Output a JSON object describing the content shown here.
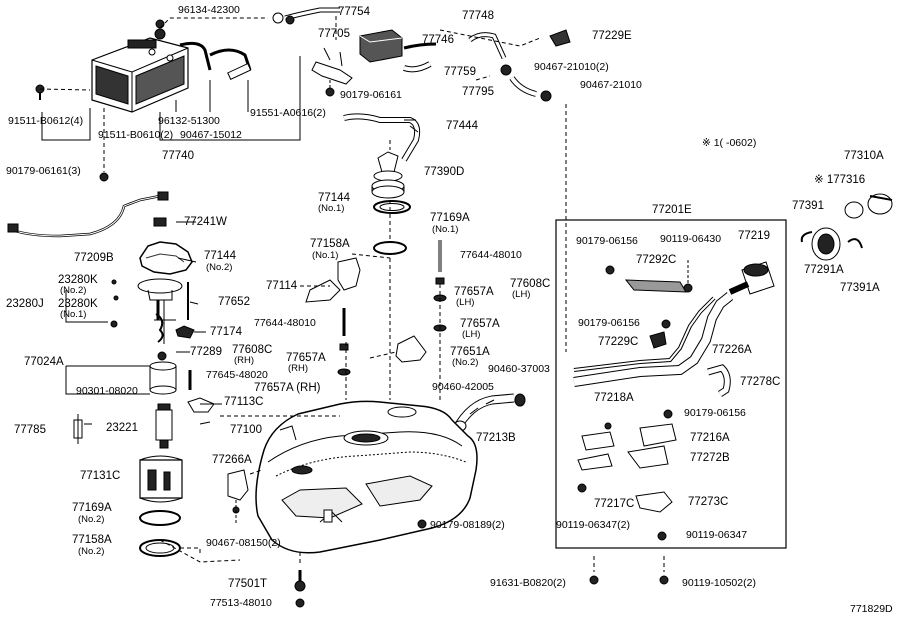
{
  "diagram_id": "771829D",
  "footnote": "※ 1(      -0602)",
  "labels": {
    "p96134_42300": "96134-42300",
    "p77754": "77754",
    "p77748": "77748",
    "p77705": "77705",
    "p77746": "77746",
    "p77229E": "77229E",
    "p77759": "77759",
    "p90467_21010_2": "90467-21010(2)",
    "p77795": "77795",
    "p90467_21010": "90467-21010",
    "p90179_06161": "90179-06161",
    "p91511_B0612_4": "91511-B0612(4)",
    "p91511_B0610_2": "91511-B0610(2)",
    "p96132_51300": "96132-51300",
    "p90467_15012": "90467-15012",
    "p91551_A0616_2": "91551-A0616(2)",
    "p77740": "77740",
    "p77444": "77444",
    "p90179_06161_3": "90179-06161(3)",
    "p77390D": "77390D",
    "p77144_no1": "77144",
    "no1_a": "(No.1)",
    "p77169A_no1": "77169A",
    "no1_b": "(No.1)",
    "p77310A": "77310A",
    "p177316": "※ 177316",
    "p77201E": "77201E",
    "p77391": "77391",
    "p77291A": "77291A",
    "p77391A": "77391A",
    "p77241W": "77241W",
    "p77209B": "77209B",
    "p77144_no2": "77144",
    "no2_a": "(No.2)",
    "p23280K_no2": "23280K",
    "no2_b": "(No.2)",
    "p23280J": "23280J",
    "p23280K_no1": "23280K",
    "no1_c": "(No.1)",
    "p77652": "77652",
    "p77174": "77174",
    "p77024A": "77024A",
    "p77289": "77289",
    "p90301_08020": "90301-08020",
    "p77645_48020": "77645-48020",
    "p77113C": "77113C",
    "p77785": "77785",
    "p23221": "23221",
    "p77131C": "77131C",
    "p77169A_no2": "77169A",
    "no2_c": "(No.2)",
    "p77158A_no2": "77158A",
    "no2_d": "(No.2)",
    "p77158A_no1": "77158A",
    "no1_d": "(No.1)",
    "p77114": "77114",
    "p77644_48010_a": "77644-48010",
    "p77644_48010_b": "77644-48010",
    "p77608C_rh": "77608C",
    "rh_a": "(RH)",
    "p77657A_rh": "77657A",
    "rh_b": "(RH)",
    "p77657A_rh2": "77657A (RH)",
    "p77608C_lh": "77608C",
    "lh_a": "(LH)",
    "p77657A_lh": "77657A",
    "lh_b": "(LH)",
    "p77657A_lh2": "77657A",
    "lh_c": "(LH)",
    "p77651A": "77651A",
    "no2_e": "(No.2)",
    "p90460_37003": "90460-37003",
    "p90460_42005": "90460-42005",
    "p77213B": "77213B",
    "p77100": "77100",
    "p77266A": "77266A",
    "p90467_08150_2": "90467-08150(2)",
    "p90179_08189_2": "90179-08189(2)",
    "p77501T": "77501T",
    "p77513_48010": "77513-48010",
    "p91631_B0820_2": "91631-B0820(2)",
    "p90119_10502_2": "90119-10502(2)",
    "p90179_06156_a": "90179-06156",
    "p90119_06430": "90119-06430",
    "p77219": "77219",
    "p77292C": "77292C",
    "p90179_06156_b": "90179-06156",
    "p77229C": "77229C",
    "p77226A": "77226A",
    "p77278C": "77278C",
    "p77218A": "77218A",
    "p90179_06156_c": "90179-06156",
    "p77216A": "77216A",
    "p77272B": "77272B",
    "p77217C": "77217C",
    "p77273C": "77273C",
    "p90119_06347_2": "90119-06347(2)",
    "p90119_06347": "90119-06347"
  }
}
